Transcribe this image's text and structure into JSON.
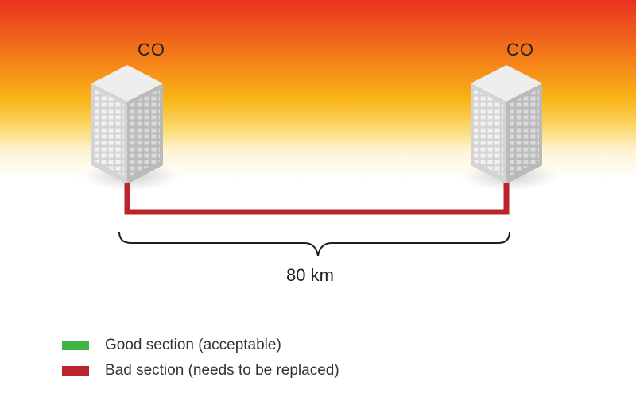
{
  "sites": [
    {
      "label": "CO"
    },
    {
      "label": "CO"
    }
  ],
  "distance": "80 km",
  "legend": [
    {
      "label": "Good section (acceptable)",
      "color": "#3cb544"
    },
    {
      "label": "Bad section (needs to be replaced)",
      "color": "#b8262b"
    }
  ],
  "colors": {
    "cable": "#b8262b",
    "building_face": "#d9d9d9",
    "building_side": "#bdbdbd",
    "building_top": "#eeeeee"
  }
}
